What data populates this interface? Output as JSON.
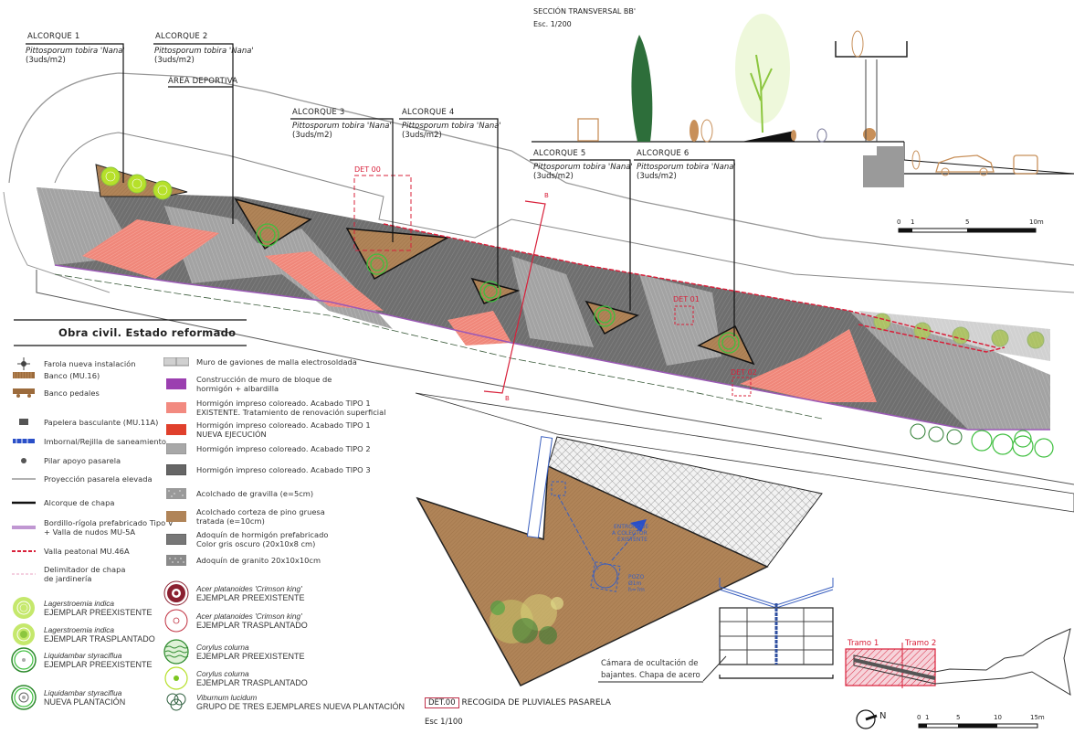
{
  "callouts": {
    "alcorque_1": {
      "title": "ALCORQUE 1",
      "species": "Pittosporum tobira 'Nana'",
      "density": "(3uds/m2)"
    },
    "alcorque_2": {
      "title": "ALCORQUE 2",
      "species": "Pittosporum tobira 'Nana'",
      "density": "(3uds/m2)"
    },
    "area_deportiva": {
      "title": "ÁREA DEPORTIVA"
    },
    "alcorque_3": {
      "title": "ALCORQUE 3",
      "species": "Pittosporum tobira 'Nana'",
      "density": "(3uds/m2)"
    },
    "alcorque_4": {
      "title": "ALCORQUE 4",
      "species": "Pittosporum tobira 'Nana'",
      "density": "(3uds/m2)"
    },
    "alcorque_5": {
      "title": "ALCORQUE 5",
      "species": "Pittosporum tobira 'Nana'",
      "density": "(3uds/m2)"
    },
    "alcorque_6": {
      "title": "ALCORQUE 6",
      "species": "Pittosporum tobira 'Nana'",
      "density": "(3uds/m2)"
    }
  },
  "plan_marks": {
    "det_00": "DET 00",
    "det_01": "DET 01",
    "det_02": "DET 02",
    "section_mark": "B"
  },
  "section": {
    "title": "SECCIÓN TRANSVERSAL BB'",
    "scale": "Esc. 1/200",
    "scale_bar": [
      "0",
      "1",
      "5",
      "10m"
    ]
  },
  "legend": {
    "title": "Obra civil. Estado reformado",
    "left": [
      {
        "icon": "streetlight-icon",
        "text": "Farola nueva instalación"
      },
      {
        "icon": "bench-icon",
        "text": "Banco (MU.16)"
      },
      {
        "icon": "pedal-bench-icon",
        "text": "Banco pedales"
      },
      {
        "icon": "bin-icon",
        "text": "Papelera basculante (MU.11A)"
      },
      {
        "icon": "drain-grate-icon",
        "text": "Imbornal/Rejilla de saneamiento"
      },
      {
        "icon": "pillar-icon",
        "text": "Pilar apoyo pasarela"
      },
      {
        "icon": "projection-line-icon",
        "text": "Proyección pasarela elevada"
      },
      {
        "icon": "tree-pit-line-icon",
        "text": "Alcorque de chapa"
      },
      {
        "icon": "kerb-line-icon",
        "text": "Bordillo-rígola prefabricado Tipo V",
        "text2": "+ Valla de nudos MU-5A"
      },
      {
        "icon": "fence-line-icon",
        "text": "Valla peatonal MU.46A"
      },
      {
        "icon": "edging-line-icon",
        "text": "Delimitador de chapa",
        "text2": "de jardinería"
      }
    ],
    "trees_left": [
      {
        "icon": "lagerstroemia-existing-icon",
        "species": "Lagerstroemia indica",
        "status": "EJEMPLAR PREEXISTENTE"
      },
      {
        "icon": "lagerstroemia-transplanted-icon",
        "species": "Lagerstroemia indica",
        "status": "EJEMPLAR TRASPLANTADO"
      },
      {
        "icon": "liquidambar-existing-icon",
        "species": "Liquidambar styraciflua",
        "status": "EJEMPLAR PREEXISTENTE"
      },
      {
        "icon": "liquidambar-new-icon",
        "species": "Liquidambar styraciflua",
        "status": "NUEVA PLANTACIÓN"
      }
    ],
    "right": [
      {
        "icon": "gabion-wall-swatch",
        "text": "Muro de gaviones de malla electrosoldada"
      },
      {
        "icon": "block-wall-swatch",
        "text": "Construcción de muro de bloque de",
        "text2": "hormigón + albardilla"
      },
      {
        "icon": "concrete-type1-existing-swatch",
        "text": "Hormigón impreso coloreado. Acabado TIPO 1",
        "text2": "EXISTENTE. Tratamiento de renovación superficial"
      },
      {
        "icon": "concrete-type1-new-swatch",
        "text": "Hormigón impreso coloreado. Acabado TIPO 1",
        "text2": "NUEVA EJECUCIÓN"
      },
      {
        "icon": "concrete-type2-swatch",
        "text": "Hormigón impreso coloreado. Acabado TIPO 2"
      },
      {
        "icon": "concrete-type3-swatch",
        "text": "Hormigón impreso coloreado. Acabado TIPO 3"
      },
      {
        "icon": "gravel-mulch-swatch",
        "text": "Acolchado de gravilla (e=5cm)"
      },
      {
        "icon": "bark-mulch-swatch",
        "text": "Acolchado corteza de pino gruesa",
        "text2": "tratada (e=10cm)"
      },
      {
        "icon": "concrete-paver-swatch",
        "text": "Adoquín de hormigón prefabricado",
        "text2": "Color gris oscuro (20x10x8 cm)"
      },
      {
        "icon": "granite-paver-swatch",
        "text": "Adoquín de granito 20x10x10cm"
      }
    ],
    "trees_right": [
      {
        "icon": "acer-existing-icon",
        "species": "Acer platanoides 'Crimson king'",
        "status": "EJEMPLAR PREEXISTENTE"
      },
      {
        "icon": "acer-transplanted-icon",
        "species": "Acer platanoides 'Crimson king'",
        "status": "EJEMPLAR TRASPLANTADO"
      },
      {
        "icon": "corylus-existing-icon",
        "species": "Corylus colurna",
        "status": "EJEMPLAR PREEXISTENTE"
      },
      {
        "icon": "corylus-transplanted-icon",
        "species": "Corylus colurna",
        "status": "EJEMPLAR TRASPLANTADO"
      },
      {
        "icon": "viburnum-group-icon",
        "species": "Viburnum lucidum",
        "status": "GRUPO DE TRES EJEMPLARES NUEVA PLANTACIÓN"
      }
    ]
  },
  "detail": {
    "tag": "DET.00",
    "title": "RECOGIDA DE PLUVIALES PASARELA",
    "scale": "Esc 1/100",
    "connection_label": [
      "ENTRONQUE",
      "A COLECTOR",
      "EXISTENTE"
    ],
    "well_label": [
      "POZO",
      "Ø1m",
      "h=?m"
    ],
    "chamber_label": [
      "Cámara de ocultación de",
      "bajantes. Chapa de acero"
    ]
  },
  "key_plan": {
    "tramo_1": "Tramo 1",
    "tramo_2": "Tramo 2",
    "north": "N",
    "scale_bar": [
      "0",
      "1",
      "5",
      "10",
      "15m"
    ]
  },
  "colors": {
    "concrete_type1": "#f08a7a",
    "concrete_type2": "#a8a8a8",
    "concrete_type3": "#6c6c6c",
    "bark": "#b08458",
    "accent_red": "#d8203a",
    "green_existing": "#3fbf3f",
    "green_lime": "#b6e02a"
  }
}
